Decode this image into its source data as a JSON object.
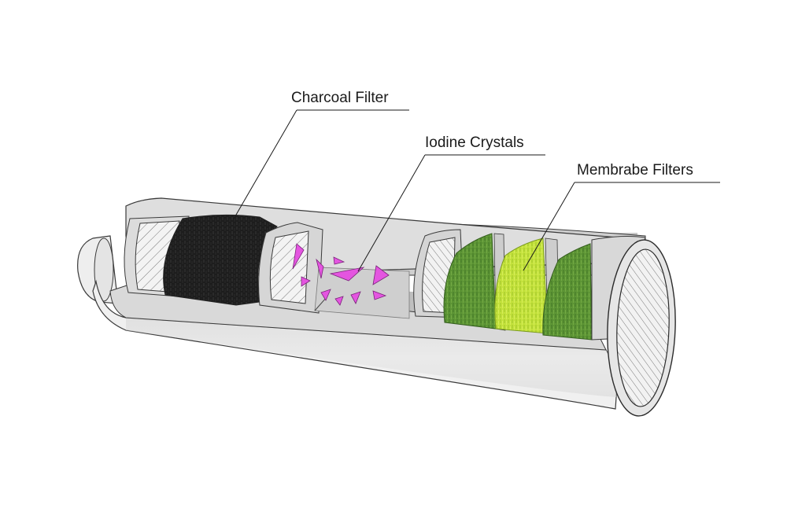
{
  "labels": {
    "charcoal": "Charcoal Filter",
    "iodine": "Iodine Crystals",
    "membrane": "Membrabe Filters"
  },
  "colors": {
    "background": "#ffffff",
    "cylinder_body": "#e2e2e2",
    "cylinder_interior": "#c8c8c8",
    "charcoal": "#1e1e1e",
    "iodine_crystals": "#e455e0",
    "membrane_dark_green": "#5a9232",
    "membrane_light_green": "#c2e23a",
    "mesh_disc": "#f1f1f1",
    "outline": "#2b2b2b"
  },
  "icons": {
    "mesh_pattern": "diagonal-hatch"
  }
}
